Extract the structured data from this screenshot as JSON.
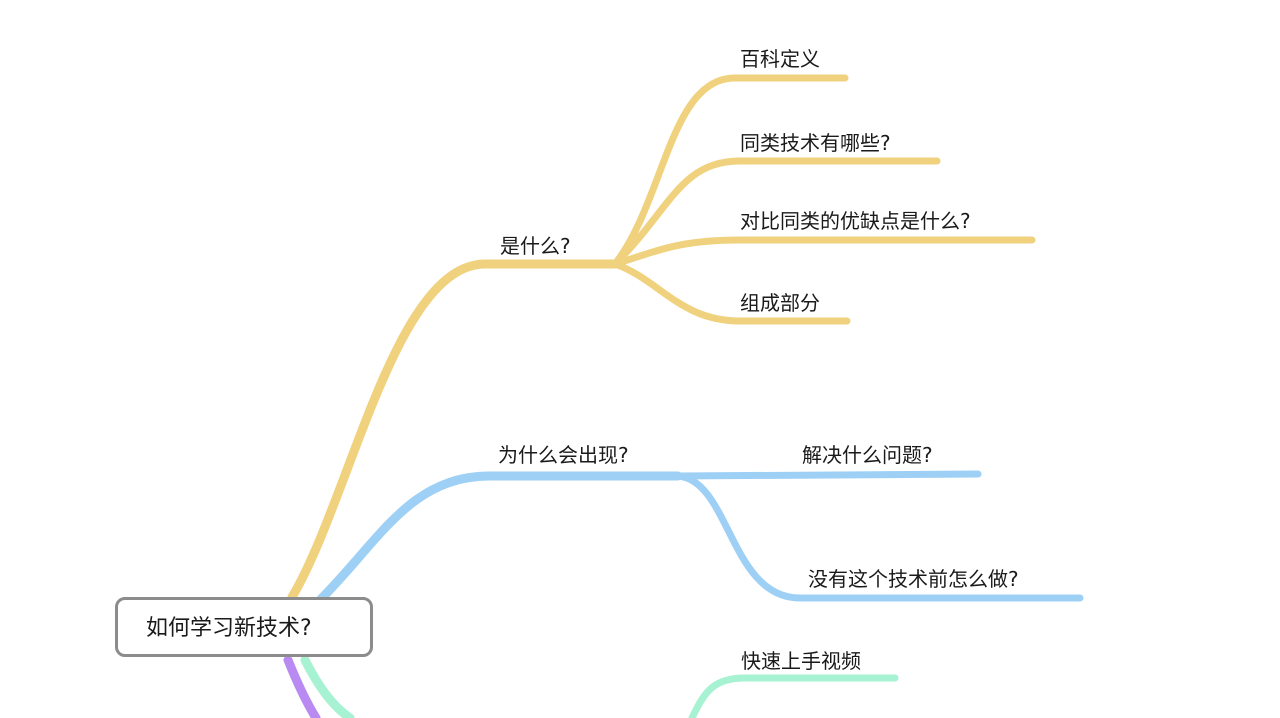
{
  "colors": {
    "what": "#f0d27e",
    "why": "#9ed0f6",
    "how": "#a6f2d2",
    "other": "#b98af2",
    "root_border": "#8c8c8c"
  },
  "root": {
    "label": "如何学习新技术?"
  },
  "branches": [
    {
      "label": "是什么?",
      "children": [
        "百科定义",
        "同类技术有哪些?",
        "对比同类的优缺点是什么?",
        "组成部分"
      ]
    },
    {
      "label": "为什么会出现?",
      "children": [
        "解决什么问题?",
        "没有这个技术前怎么做?"
      ]
    },
    {
      "label": "",
      "children": [
        "快速上手视频"
      ]
    }
  ]
}
